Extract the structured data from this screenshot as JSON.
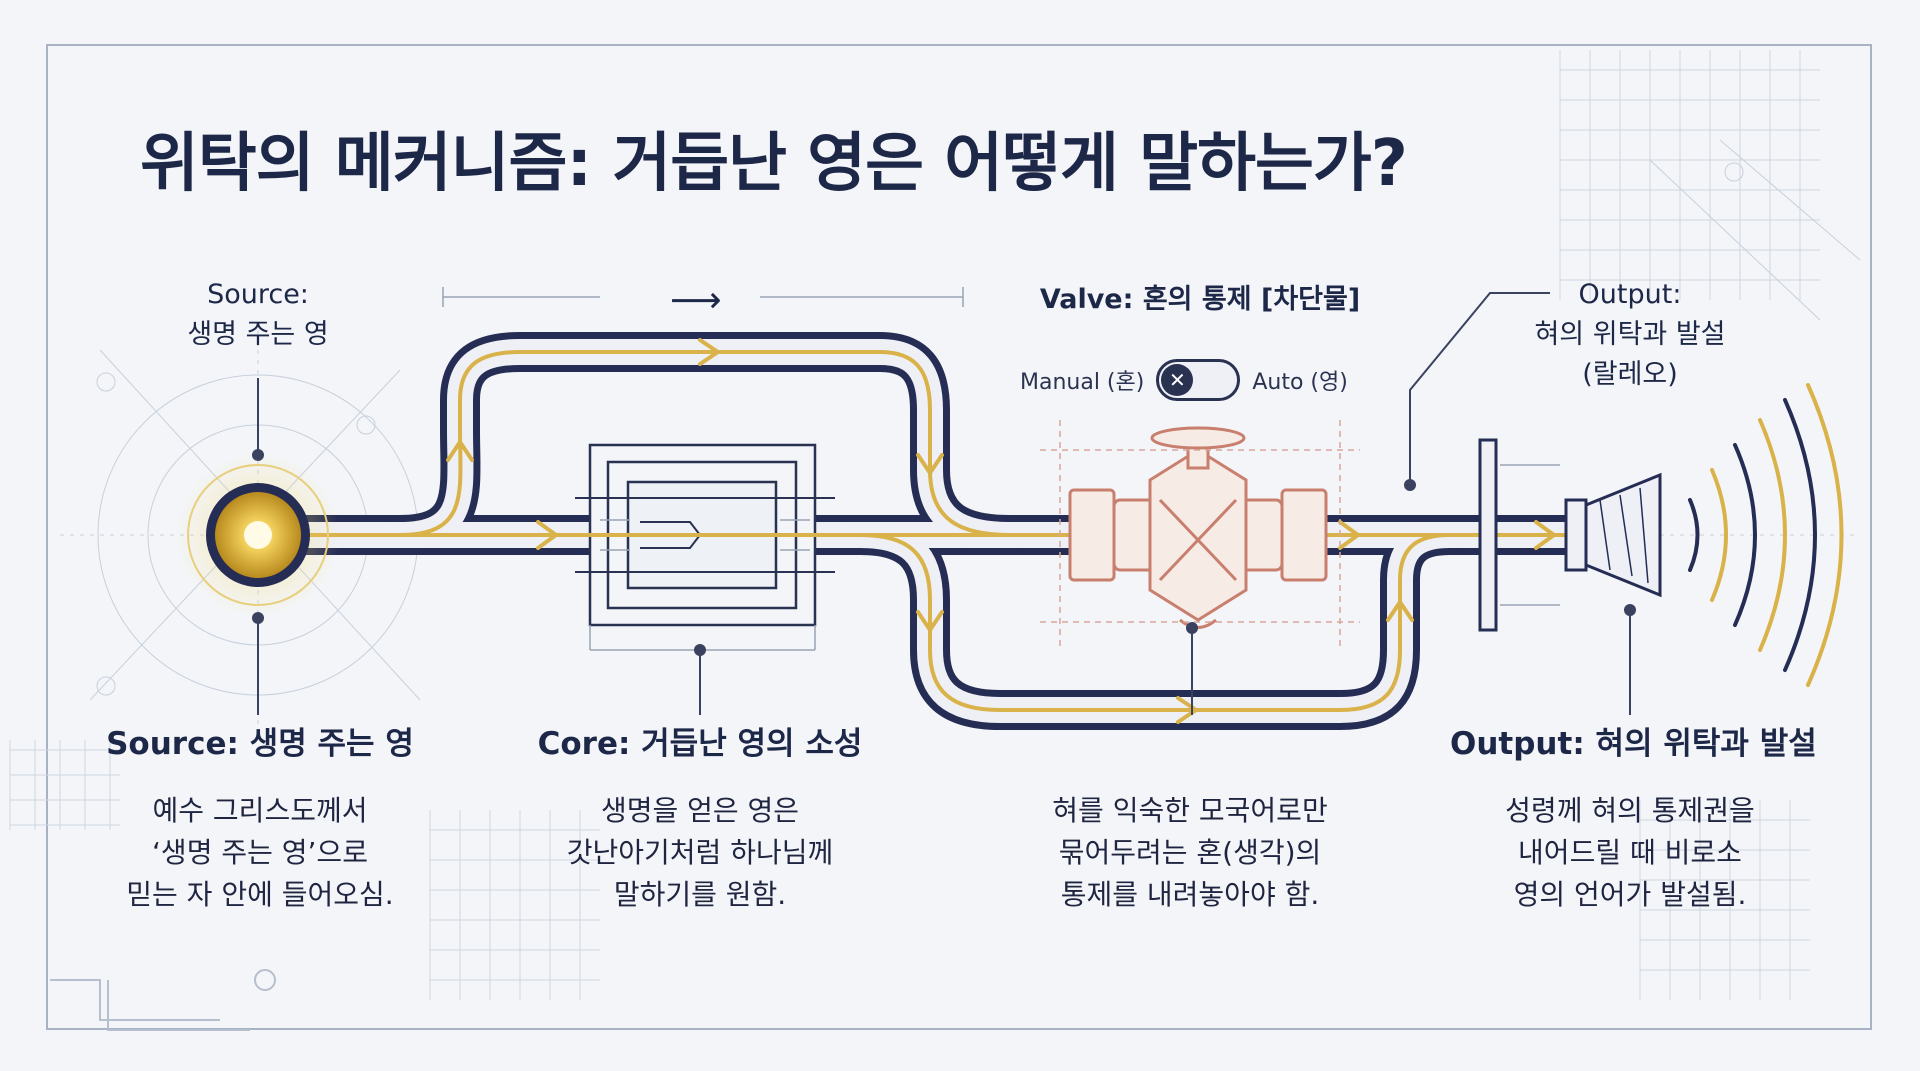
{
  "title": "위탁의 메커니즘: 거듭난 영은 어떻게 말하는가?",
  "top_labels": {
    "source": [
      "Source:",
      "생명 주는 영"
    ],
    "valve": "Valve: 혼의 통제 [차단물]",
    "output": [
      "Output:",
      "혀의 위탁과 발설",
      "(랄레오)"
    ]
  },
  "toggle": {
    "left_label": "Manual (혼)",
    "right_label": "Auto (영)",
    "knob_icon": "✕"
  },
  "sections": [
    {
      "heading": "Source: 생명 주는 영",
      "lines": [
        "예수 그리스도께서",
        "‘생명 주는 영’으로",
        "믿는 자 안에 들어오심."
      ]
    },
    {
      "heading": "Core: 거듭난 영의 소성",
      "lines": [
        "생명을 얻은 영은",
        "갓난아기처럼 하나님께",
        "말하기를 원함."
      ]
    },
    {
      "heading": "",
      "lines": [
        "혀를 익숙한 모국어로만",
        "묶어두려는 혼(생각)의",
        "통제를 내려놓아야 함."
      ]
    },
    {
      "heading": "Output: 혀의 위탁과 발설",
      "lines": [
        "성령께 혀의 통제권을",
        "내어드릴 때 비로소",
        "영의 언어가 발설됨."
      ]
    }
  ],
  "colors": {
    "pipe": "#262d55",
    "gold": "#d9b24a",
    "valve": "#c97f6e",
    "grid": "#c8d0dc"
  }
}
